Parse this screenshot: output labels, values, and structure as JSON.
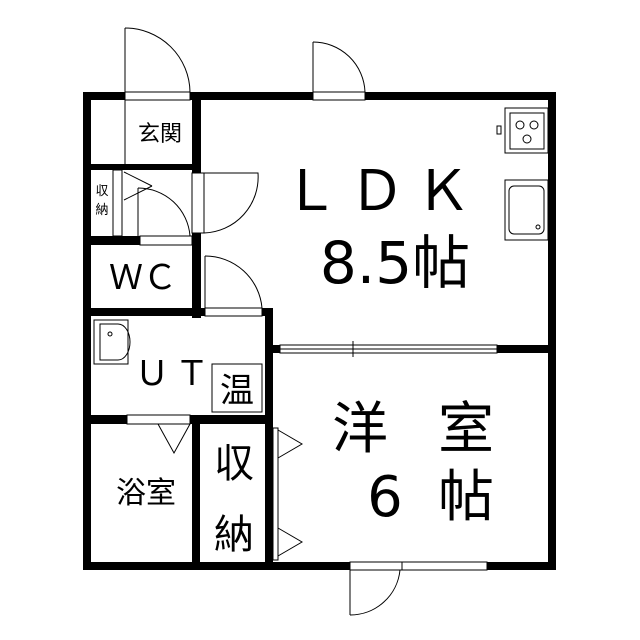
{
  "rooms": {
    "entrance": "玄関",
    "storage_small_1": "収",
    "storage_small_2": "納",
    "wc": "ＷＣ",
    "ldk": "ＬＤＫ",
    "ldk_size": "8.5帖",
    "ut": "ＵＴ",
    "water_heater": "温",
    "bath": "浴室",
    "storage_1": "収",
    "storage_2": "納",
    "western_room_1": "洋",
    "western_room_2": "室",
    "western_size_1": "6",
    "western_size_2": "帖"
  }
}
